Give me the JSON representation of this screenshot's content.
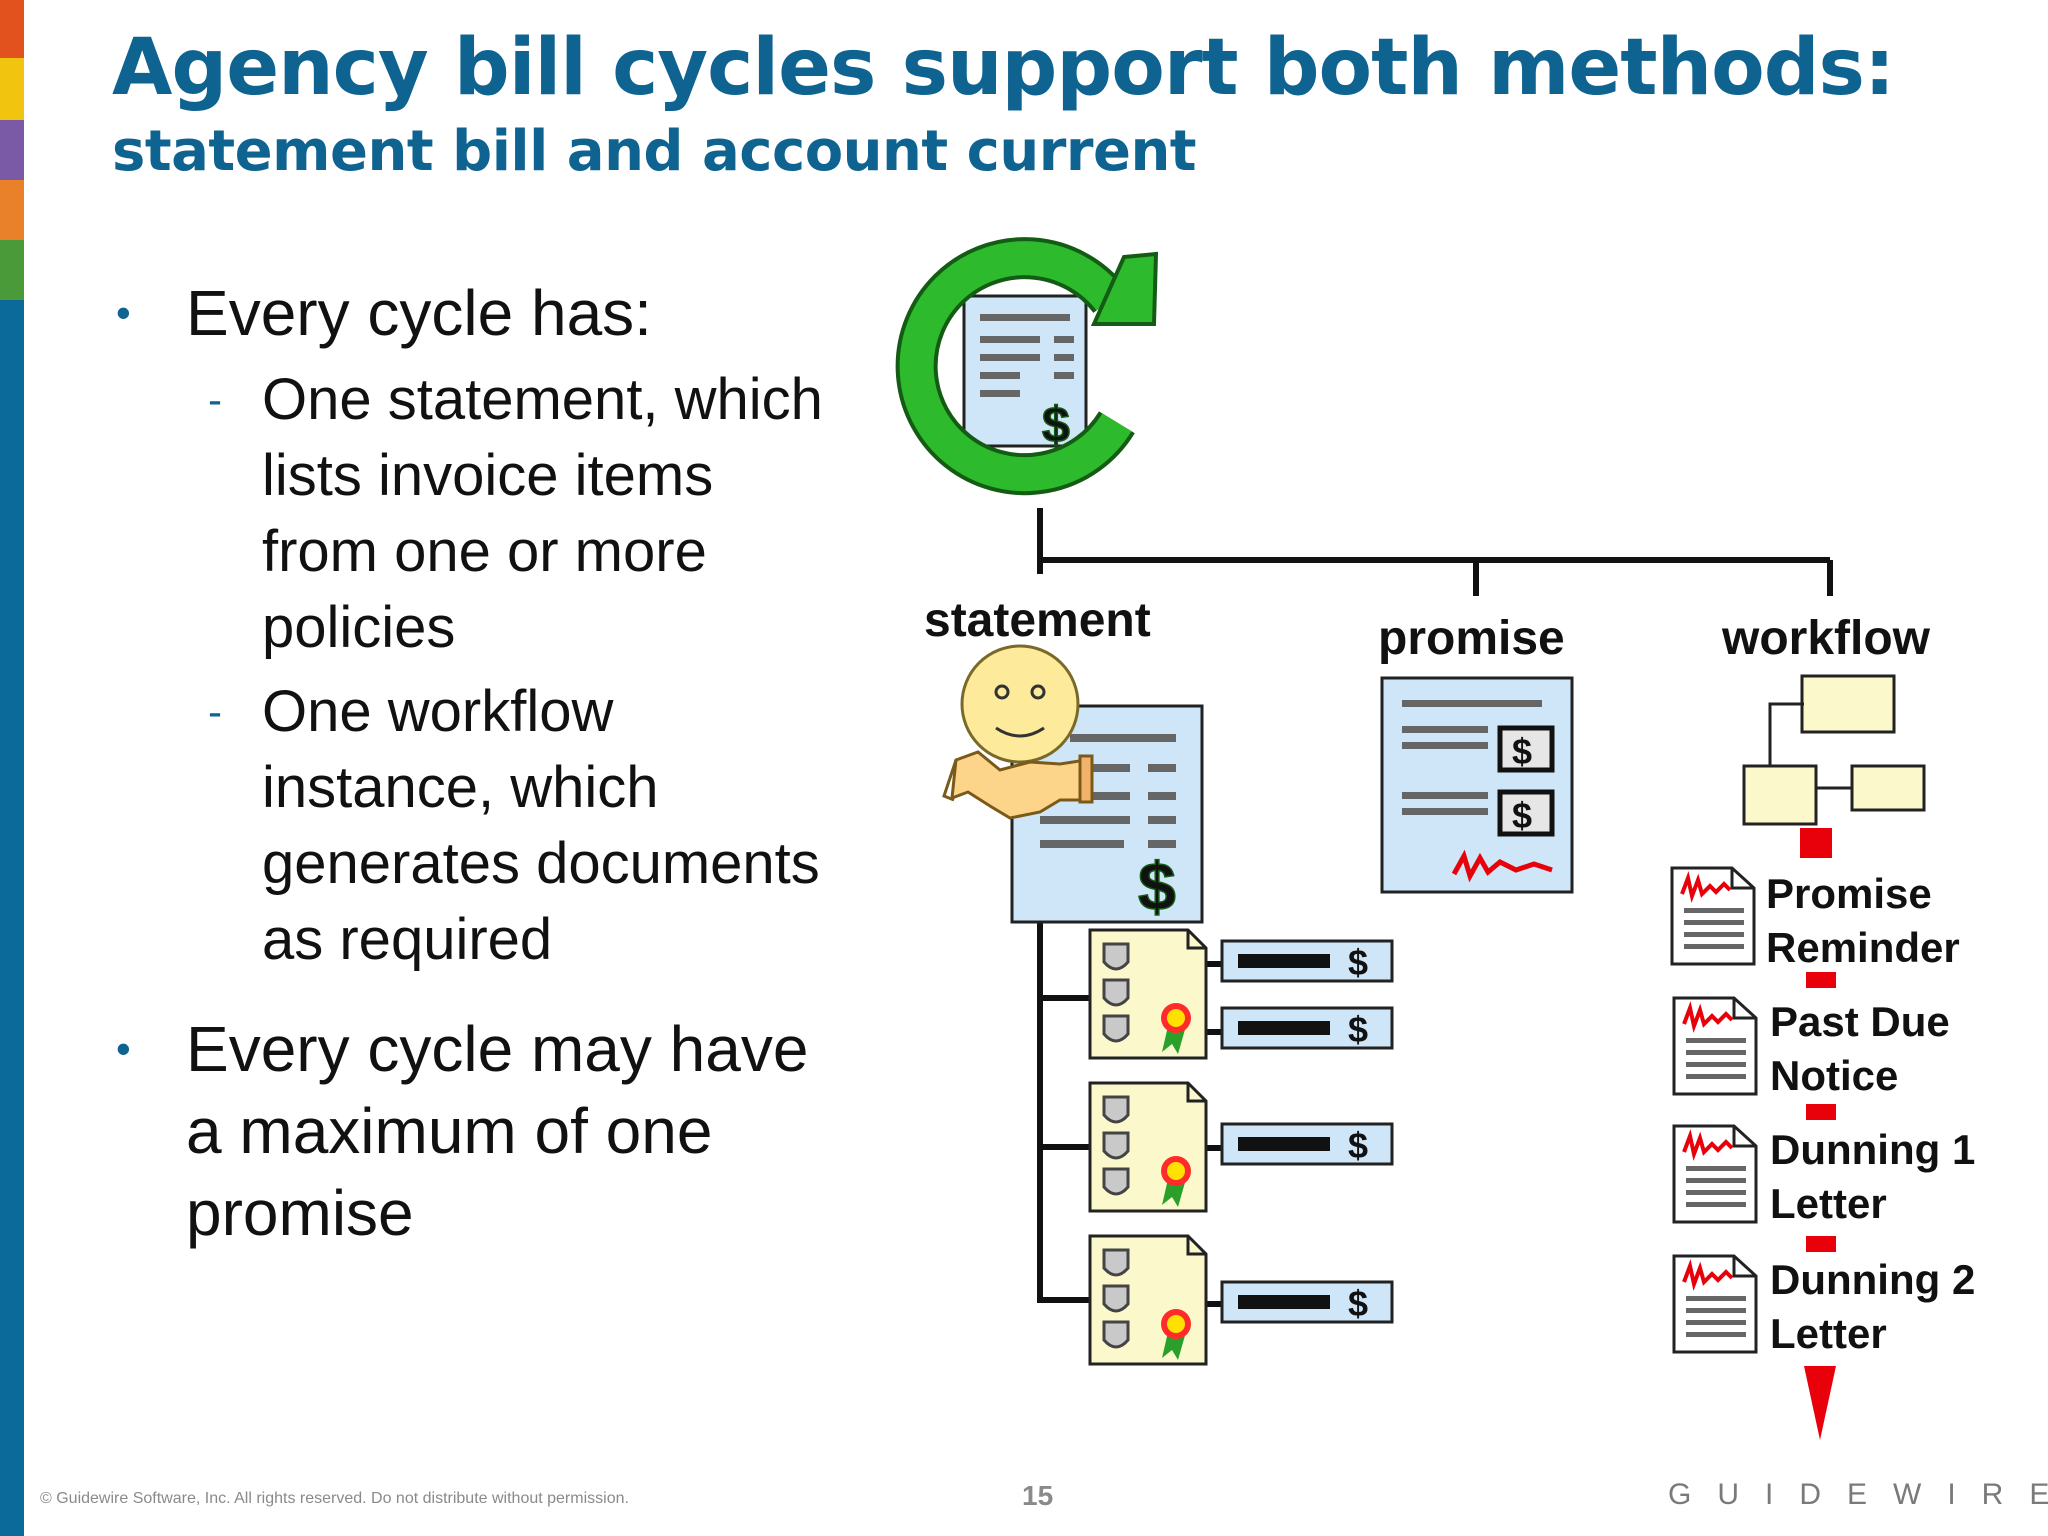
{
  "slide": {
    "title": "Agency bill cycles support both methods:",
    "subtitle": "statement bill and account current",
    "page_number": "15",
    "copyright": "© Guidewire Software, Inc. All rights reserved. Do not distribute without permission.",
    "brand": "GUIDEWIRE"
  },
  "bullets": [
    {
      "text": "Every cycle has:",
      "sub": [
        "One statement, which lists invoice items from one or more policies",
        "One workflow instance, which generates documents as required"
      ]
    },
    {
      "text": "Every cycle may have a maximum of one promise",
      "sub": []
    }
  ],
  "diagram": {
    "labels": {
      "statement": "statement",
      "promise": "promise",
      "workflow": "workflow"
    },
    "documents": [
      [
        "Promise",
        "Reminder"
      ],
      [
        "Past Due",
        "Notice"
      ],
      [
        "Dunning 1",
        "Letter"
      ],
      [
        "Dunning 2",
        "Letter"
      ]
    ]
  },
  "colors": {
    "title": "#0f6390",
    "cycle_arrow": "#2dbb2d",
    "doc_fill": "#cfe6f8",
    "policy_fill": "#fbf8cc",
    "flow_red": "#e8000b"
  }
}
